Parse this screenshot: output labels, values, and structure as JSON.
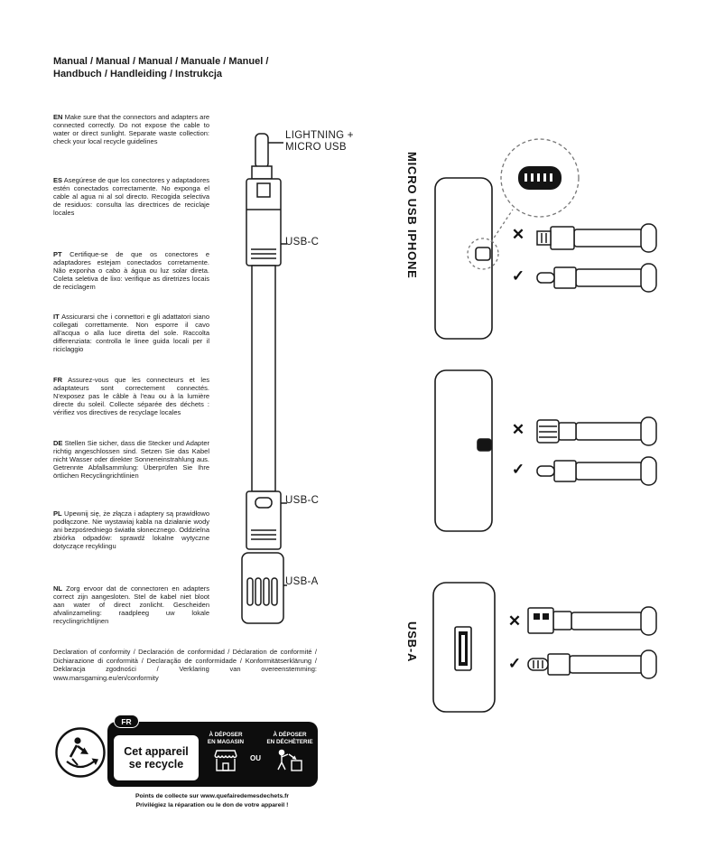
{
  "title": {
    "line1": "Manual / Manual / Manual / Manuale / Manuel /",
    "line2": "Handbuch / Handleiding / Instrukcja"
  },
  "instructions": [
    {
      "lang": "EN",
      "text": "Make sure that the connectors and adapters are connected correctly. Do not expose the cable to water or direct sunlight. Separate waste collection: check your local recycle guidelines"
    },
    {
      "lang": "ES",
      "text": "Asegúrese de que los conectores y adaptadores estén conectados correctamente. No exponga el cable al agua ni al sol directo. Recogida selectiva de residuos: consulta las directrices de reciclaje locales"
    },
    {
      "lang": "PT",
      "text": "Certifique-se de que os conectores e adaptadores estejam conectados corretamente. Não exponha o cabo à água ou luz solar direta. Coleta seletiva de lixo: verifique as diretrizes locais de reciclagem"
    },
    {
      "lang": "IT",
      "text": "Assicurarsi che i connettori e gli adattatori siano collegati correttamente. Non esporre il cavo all'acqua o alla luce diretta del sole. Raccolta differenziata: controlla le linee guida locali per il riciclaggio"
    },
    {
      "lang": "FR",
      "text": "Assurez-vous que les connecteurs et les adaptateurs sont correctement connectés. N'exposez pas le câble à l'eau ou à la lumière directe du soleil. Collecte séparée des déchets : vérifiez vos directives de recyclage locales"
    },
    {
      "lang": "DE",
      "text": "Stellen Sie sicher, dass die Stecker und Adapter richtig angeschlossen sind. Setzen Sie das Kabel nicht Wasser oder direkter Sonneneinstrahlung aus. Getrennte Abfallsammlung: Überprüfen Sie Ihre örtlichen Recyclingrichtlinien"
    },
    {
      "lang": "PL",
      "text": "Upewnij się, że złącza i adaptery są prawidłowo podłączone. Nie wystawiaj kabla na działanie wody ani bezpośredniego światła słonecznego. Oddzielna zbiórka odpadów: sprawdź lokalne wytyczne dotyczące recyklingu"
    },
    {
      "lang": "NL",
      "text": "Zorg ervoor dat de connectoren en adapters correct zijn aangesloten. Stel de kabel niet bloot aan water of direct zonlicht. Gescheiden afvalinzameling: raadpleeg uw lokale recyclingrichtlijnen"
    }
  ],
  "declaration": "Declaration of conformity / Declaración de conformidad / Déclaration de conformité / Dichiarazione di conformità / Declaração de conformidade / Konformitätserklärung / Deklaracja zgodności / Verklaring van overeenstemming: www.marsgaming.eu/en/conformity",
  "cable_labels": {
    "tip_line1": "LIGHTNING +",
    "tip_line2": "MICRO USB",
    "usbc_top": "USB-C",
    "usbc_bottom": "USB-C",
    "usba": "USB-A"
  },
  "sections": {
    "micro_usb": "MICRO USB",
    "iphone": "IPHONE",
    "usba": "USB-A",
    "wrong_symbol": "✕",
    "right_symbol": "✓"
  },
  "recycle": {
    "fr_tag": "FR",
    "badge_line1": "Cet appareil",
    "badge_line2": "se recycle",
    "store_line1": "À DÉPOSER",
    "store_line2": "EN MAGASIN",
    "or": "OU",
    "dechet_line1": "À DÉPOSER",
    "dechet_line2": "EN DÉCHÈTERIE",
    "footer_line1": "Points de collecte sur www.quefairedemesdechets.fr",
    "footer_line2": "Privilégiez la réparation ou le don de votre appareil !"
  }
}
